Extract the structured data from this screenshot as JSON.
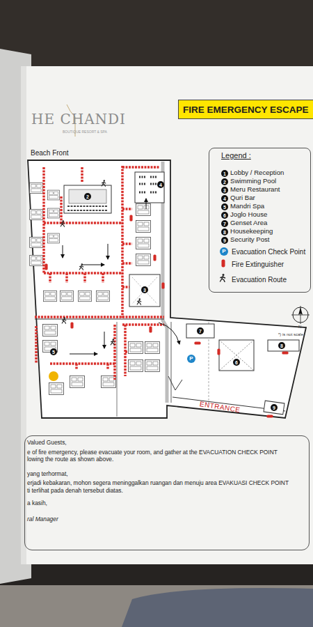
{
  "diagram": {
    "title": "FIRE EMERGENCY ESCAPE",
    "nodes": [
      {
        "text": [
          "Legend :"
        ]
      },
      {
        "text": [
          "Valued Guests,",
          "e of fire emergency, please evacuate your room, and gather at the EVACUATION CHECK POINT",
          "lowing the route as shown above.",
          "yang terhormat,",
          "erjadi kebakaran, mohon segera meninggalkan ruangan dan menuju area EVAKUASI CHECK POINT",
          "ti terlihat pada denah tersebut diatas.",
          "a kasih,",
          "ral Manager"
        ]
      }
    ],
    "labels": [
      "HE CHANDI",
      "BOUTIQUE RESORT & SPA",
      "Beach Front",
      "ENTRANCE",
      "*) is not scale",
      "N",
      "1",
      "2",
      "3",
      "4",
      "5",
      "6",
      "7",
      "8",
      "9",
      "P",
      "2",
      "4",
      "3",
      "5",
      "7",
      "6",
      "8",
      "9",
      "P"
    ],
    "legend": [
      {
        "text": "Lobby / Reception"
      },
      {
        "text": "Swimming Pool"
      },
      {
        "text": "Meru Restaurant"
      },
      {
        "text": "Quri Bar"
      },
      {
        "text": "Mandri Spa"
      },
      {
        "text": "Joglo House"
      },
      {
        "text": "Genset Area"
      },
      {
        "text": "Housekeeping"
      },
      {
        "text": "Security Post"
      },
      {
        "text": "Evacuation Check Point"
      },
      {
        "text": "Fire Extinguisher"
      },
      {
        "text": "Evacuation Route"
      }
    ]
  }
}
